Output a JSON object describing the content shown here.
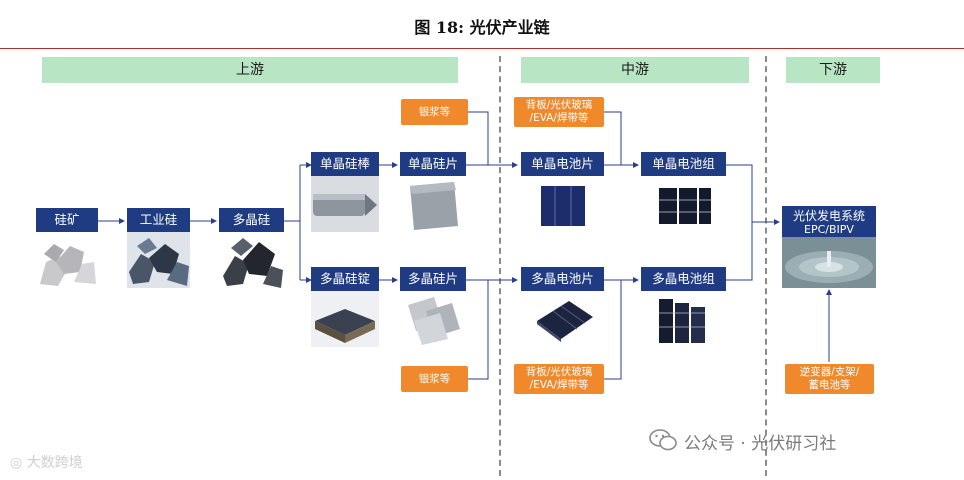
{
  "figure_title": "图 18: 光伏产业链",
  "stages": {
    "upstream": "上游",
    "midstream": "中游",
    "downstream": "下游"
  },
  "nodes": {
    "silica_ore": "硅矿",
    "industrial_silicon": "工业硅",
    "polysilicon": "多晶硅",
    "mono_rod": "单晶硅棒",
    "multi_ingot": "多晶硅锭",
    "mono_wafer": "单晶硅片",
    "multi_wafer": "多晶硅片",
    "mono_cell": "单晶电池片",
    "multi_cell": "多晶电池片",
    "mono_module": "单晶电池组",
    "multi_module": "多晶电池组",
    "pv_system": "光伏发电系统",
    "pv_system_sub": "EPC/BIPV"
  },
  "materials": {
    "silver_paste_top": "银浆等",
    "silver_paste_bottom": "银浆等",
    "module_materials_top_line1": "背板/光伏玻璃",
    "module_materials_top_line2": "/EVA/焊带等",
    "module_materials_bottom_line1": "背板/光伏玻璃",
    "module_materials_bottom_line2": "/EVA/焊带等",
    "bos_line1": "逆变器/支架/",
    "bos_line2": "蓄电池等"
  },
  "watermarks": {
    "wechat_icon": "wechat-icon",
    "wechat": "公众号 · 光伏研习社",
    "source": "大数跨境"
  },
  "colors": {
    "node_header": "#1f3b82",
    "stage_bar": "#b8e5c4",
    "material_tag": "#f0892b",
    "connector": "#2b3d8f",
    "divider": "#8a8a8a",
    "title_rule": "#b03030"
  }
}
